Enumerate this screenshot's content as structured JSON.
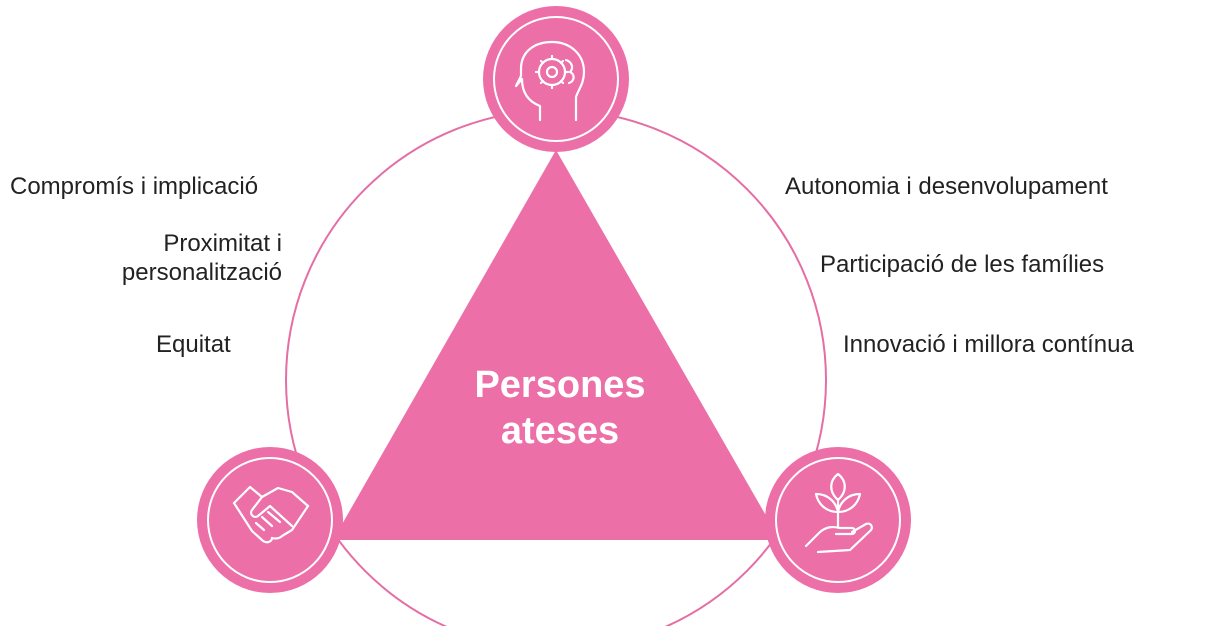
{
  "colors": {
    "accent": "#ec6fa8",
    "ring": "#e56ea4",
    "label_text": "#222222",
    "center_text": "#ffffff"
  },
  "center": {
    "line1": "Persones",
    "line2": "ateses"
  },
  "left_values": [
    {
      "text": "Compromís i implicació"
    },
    {
      "text": "Proximitat i\npersonalització"
    },
    {
      "text": "Equitat"
    }
  ],
  "right_values": [
    {
      "text": "Autonomia i desenvolupament"
    },
    {
      "text": "Participació de les famílies"
    },
    {
      "text": "Innovació i millora contínua"
    }
  ],
  "icons": {
    "top": "head-brain-gear-icon",
    "bottom_left": "handshake-icon",
    "bottom_right": "hand-plant-icon"
  }
}
